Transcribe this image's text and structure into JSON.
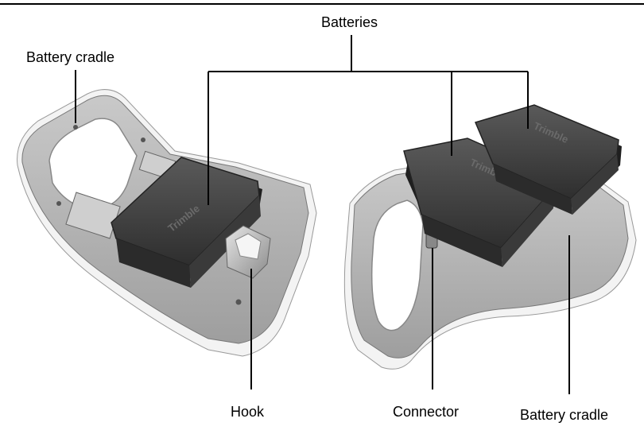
{
  "labels": {
    "batteries": "Batteries",
    "battery_cradle_left": "Battery cradle",
    "battery_cradle_right": "Battery cradle",
    "hook": "Hook",
    "connector": "Connector"
  },
  "battery_brand_text": "Trimble",
  "colors": {
    "text": "#000000",
    "leader_line": "#000000",
    "cradle_body": "#bdbdbd",
    "cradle_rim": "#f2f2f2",
    "battery": "#4a4a4a",
    "battery_dark": "#2a2a2a"
  }
}
